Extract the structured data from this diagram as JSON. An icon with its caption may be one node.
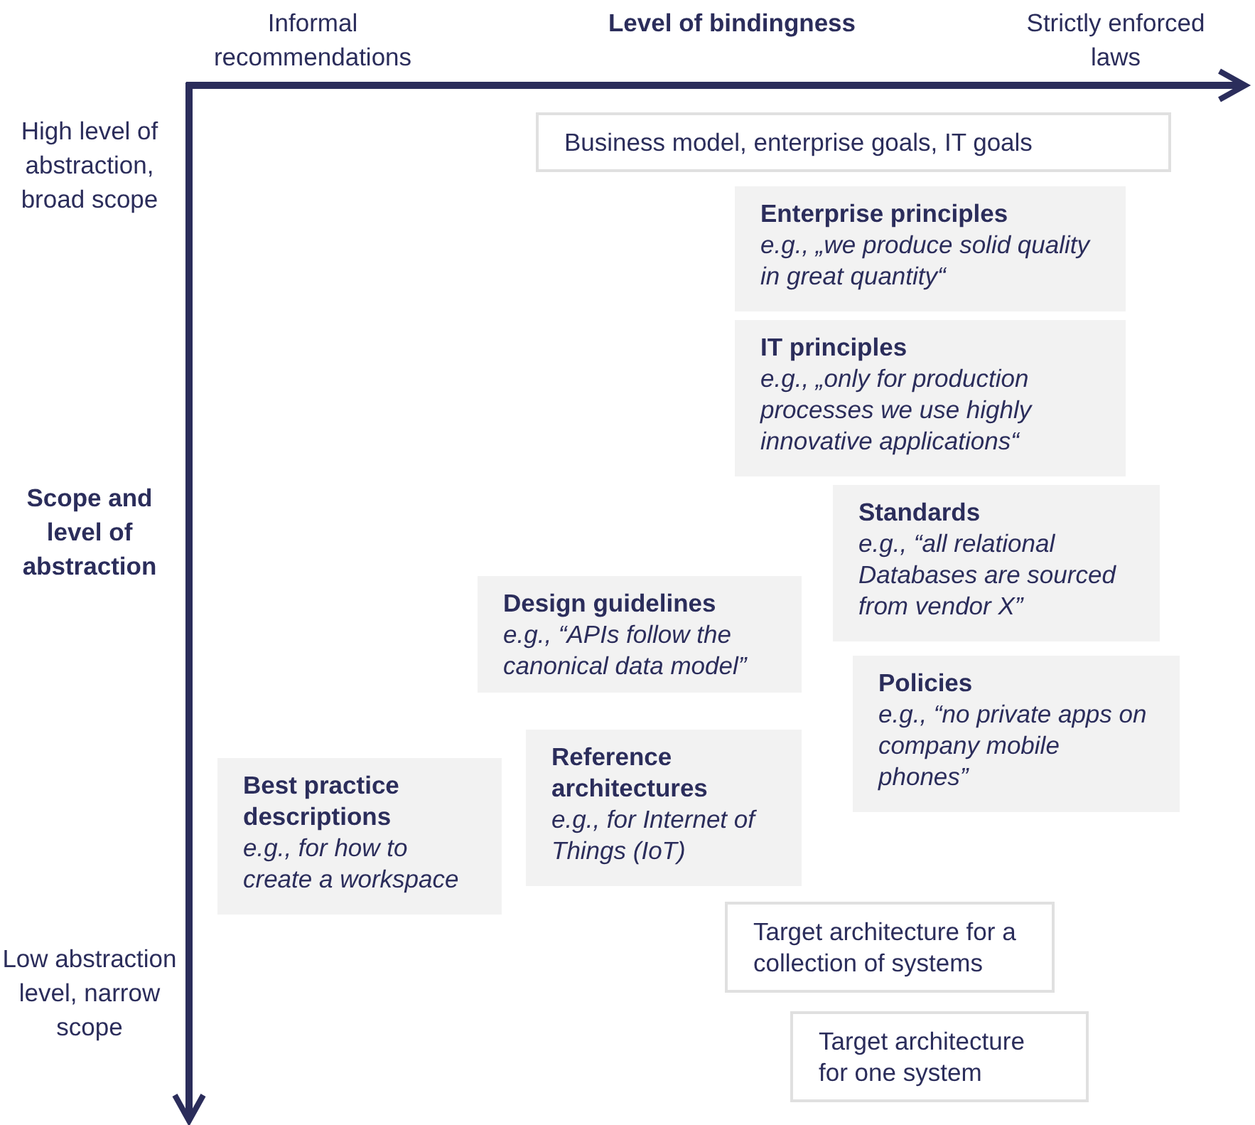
{
  "diagram": {
    "nodes": [
      {
        "text": [
          "Business model, enterprise goals, IT goals"
        ]
      },
      {
        "text": [
          "Enterprise principles",
          "e.g., „we produce solid quality in great quantity“"
        ]
      },
      {
        "text": [
          "IT principles",
          "e.g., „only for production processes we use highly innovative applications“"
        ]
      },
      {
        "text": [
          "Standards",
          "e.g., “all relational Databases are sourced from vendor X”"
        ]
      },
      {
        "text": [
          "Design guidelines",
          "e.g., “APIs follow the canonical data model”"
        ]
      },
      {
        "text": [
          "Policies",
          "e.g., “no private apps on  company mobile phones”"
        ]
      },
      {
        "text": [
          "Reference architectures",
          "e.g., for Internet of Things (IoT)"
        ]
      },
      {
        "text": [
          "Best practice descriptions",
          "e.g., for how to create a workspace"
        ]
      },
      {
        "text": [
          "Target architecture for a collection of systems"
        ]
      },
      {
        "text": [
          "Target architecture for one system"
        ]
      }
    ],
    "labels": [
      "Informal recommendations",
      "Level of bindingness",
      "Strictly enforced laws",
      "High level of abstraction, broad scope",
      "Scope and level of abstraction",
      "Low abstraction level, narrow scope"
    ]
  }
}
